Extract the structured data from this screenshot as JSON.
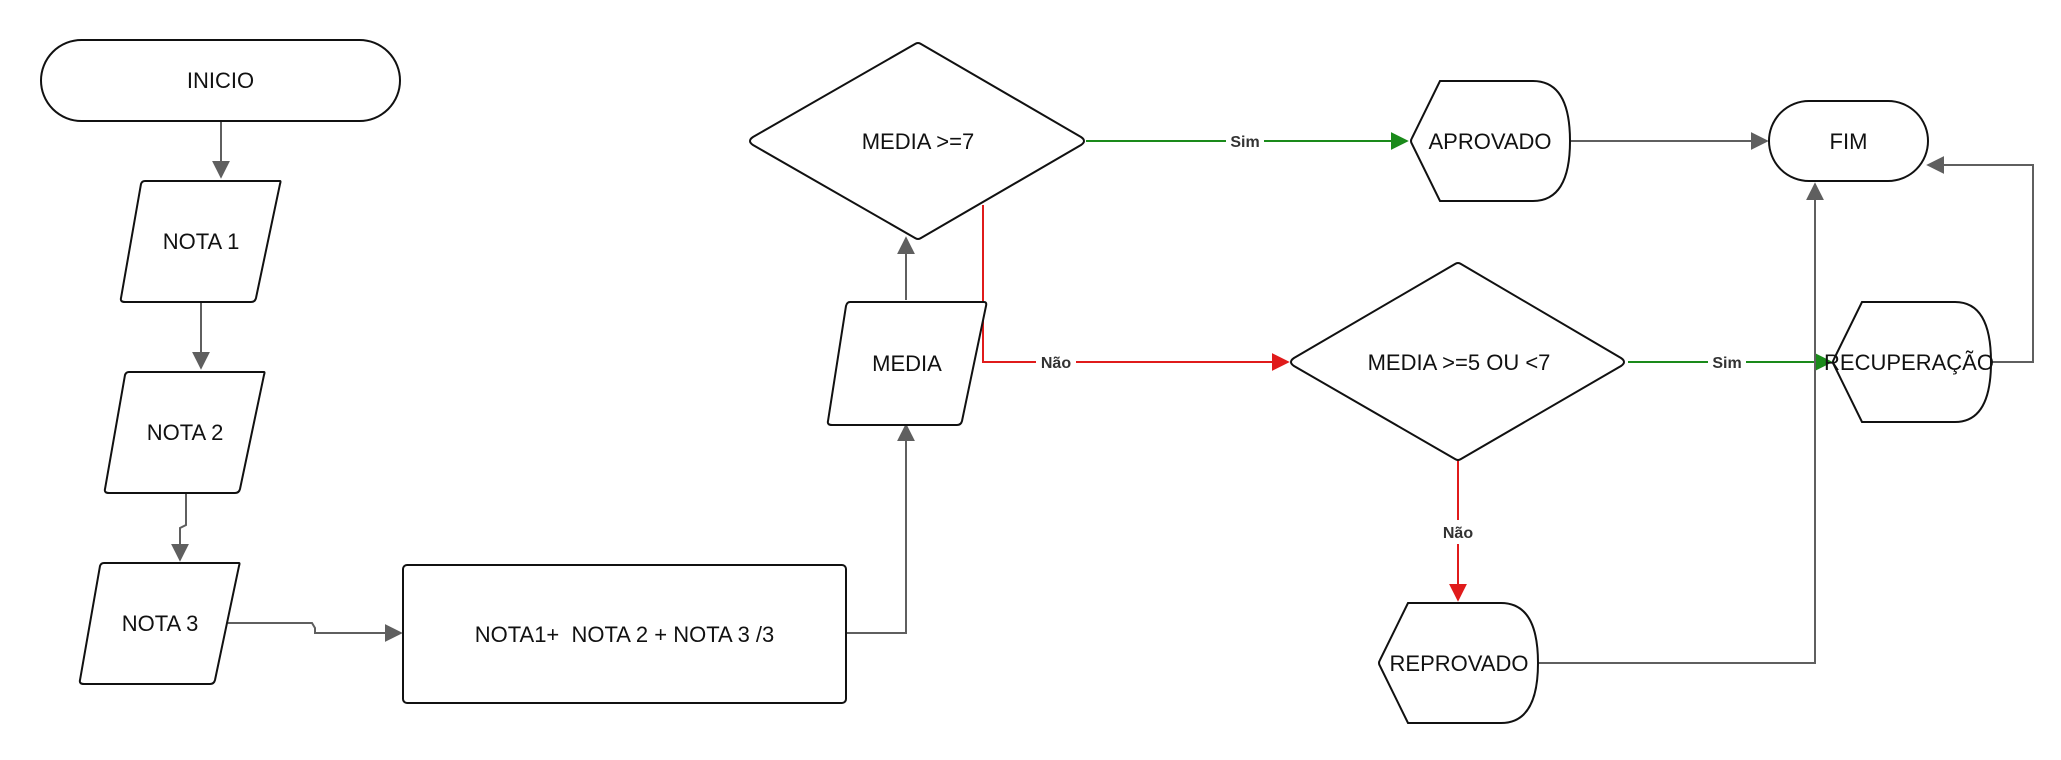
{
  "diagram": {
    "nodes": {
      "inicio": "INICIO",
      "nota1": "NOTA 1",
      "nota2": "NOTA 2",
      "nota3": "NOTA 3",
      "calc": "NOTA1+  NOTA 2 + NOTA 3 /3",
      "media": "MEDIA",
      "decision1": "MEDIA >=7",
      "aprovado": "APROVADO",
      "fim": "FIM",
      "decision2": "MEDIA >=5 OU <7",
      "recuperacao": "RECUPERAÇÃO",
      "reprovado": "REPROVADO"
    },
    "edge_labels": {
      "d1_yes": "Sim",
      "d1_no": "Não",
      "d2_yes": "Sim",
      "d2_no": "Não"
    },
    "colors": {
      "default_edge": "#5f5f5f",
      "yes_edge": "#1a8a1a",
      "no_edge": "#e01b1b",
      "shape_stroke": "#111111"
    }
  }
}
